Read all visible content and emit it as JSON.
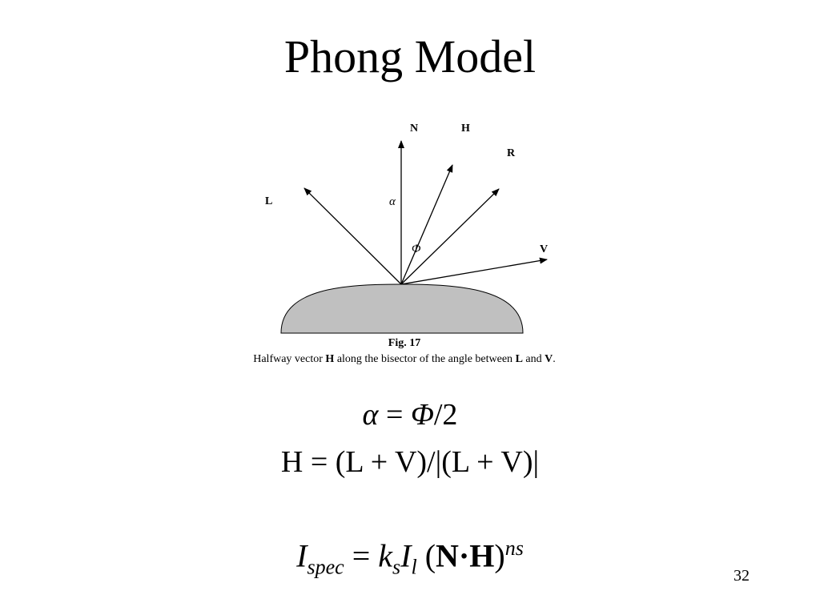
{
  "slide": {
    "title": "Phong Model",
    "page_number": "32"
  },
  "figure": {
    "labels": {
      "N": "N",
      "H": "H",
      "R": "R",
      "L": "L",
      "V": "V",
      "alpha": "α",
      "phi": "Φ"
    },
    "fig_number": "Fig. 17",
    "caption": {
      "part1": "Halfway vector ",
      "H": "H",
      "part2": " along the bisector of the angle between ",
      "L": "L",
      "and": " and ",
      "V": "V",
      "end": "."
    },
    "surface_color": "#c0c0c0"
  },
  "equations": {
    "eq1": {
      "alpha": "α",
      "eq": " = ",
      "phi": "Φ",
      "rest": "/2"
    },
    "eq2": {
      "text": "H = (L + V)/|(L + V)|"
    },
    "eq3": {
      "I": "I",
      "spec": "spec",
      "eq": " = ",
      "k": "k",
      "s": "s",
      "I2": "I",
      "l": "l",
      "open": " (",
      "N": "N",
      "dot": "·",
      "H": "H",
      "close": ")",
      "ns": "ns"
    }
  }
}
